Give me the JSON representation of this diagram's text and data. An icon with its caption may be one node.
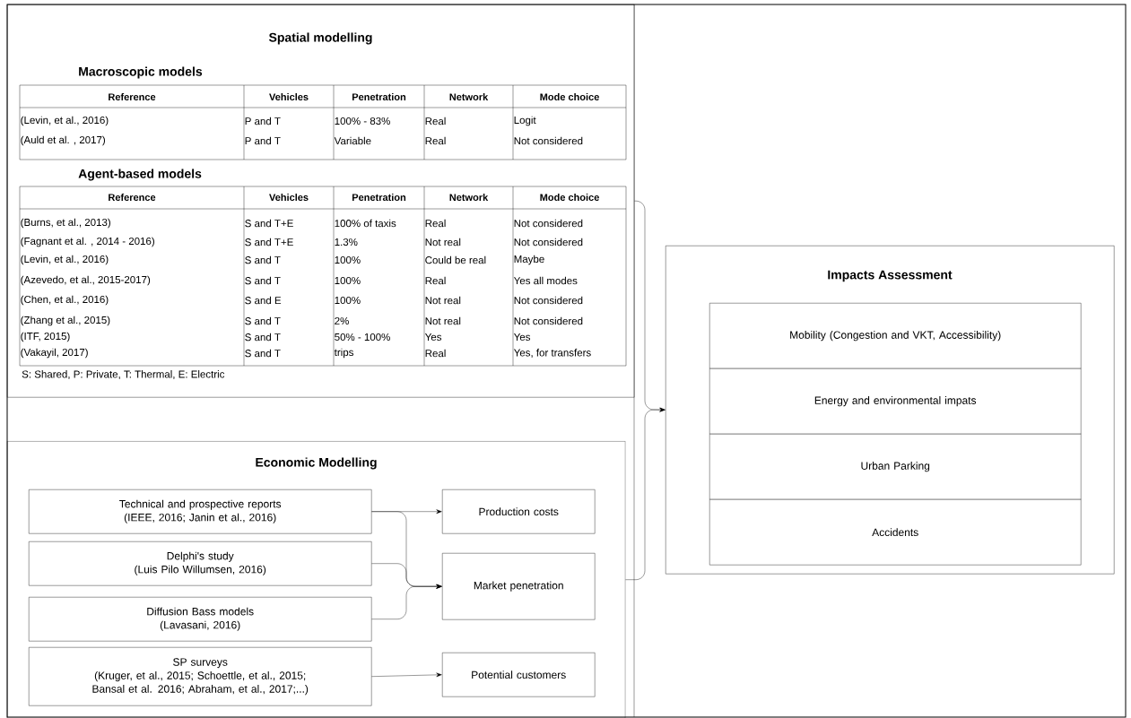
{
  "diagram": {
    "nodes": [
      {
        "text": [
          "Spatial modelling"
        ]
      },
      {
        "text": [
          "Economic Modelling"
        ]
      },
      {
        "text": [
          "Technical and prospective reports",
          "(IEEE, 2016; Janin et al., 2016)"
        ],
        "in": 1
      },
      {
        "text": [
          "Delphi's study",
          "(Luis Pilo Willumsen, 2016)"
        ],
        "in": 1
      },
      {
        "text": [
          "Diffusion Bass models",
          "(Lavasani, 2016)"
        ],
        "in": 1
      },
      {
        "text": [
          "SP surveys",
          "(Kruger, et al., 2015; Schoettle, et al., 2015; Bansal et al. 2016; Abraham, et al., 2017;...)"
        ],
        "in": 1
      },
      {
        "text": [
          "Production costs"
        ],
        "in": 1
      },
      {
        "text": [
          "Market penetration"
        ],
        "in": 1
      },
      {
        "text": [
          "Potential customers"
        ],
        "in": 1
      },
      {
        "text": [
          "Impacts Assessment"
        ]
      },
      {
        "text": [
          "Mobility (Congestion and VKT, Accessibility)"
        ],
        "in": 9
      },
      {
        "text": [
          "Energy and environmental impats"
        ],
        "in": 9
      },
      {
        "text": [
          "Urban Parking"
        ],
        "in": 9
      },
      {
        "text": [
          "Accidents"
        ],
        "in": 9
      }
    ],
    "edges": [
      {
        "from": 2,
        "to": 6,
        "arrow": "to"
      },
      {
        "from": 2,
        "to": 7,
        "arrow": "to"
      },
      {
        "from": 3,
        "to": 7,
        "arrow": "to"
      },
      {
        "from": 4,
        "to": 7,
        "arrow": "to"
      },
      {
        "from": 5,
        "to": 8,
        "arrow": "to"
      },
      {
        "from": 0,
        "to": 9,
        "arrow": "to"
      },
      {
        "from": 1,
        "to": 9,
        "arrow": "to"
      }
    ],
    "labels": [
      "Macroscopic models",
      "Reference",
      "Vehicles",
      "Penetration",
      "Network",
      "Mode choice",
      "(Levin, et al., 2016)",
      "P and T",
      "100% - 83%",
      "Real",
      "Logit",
      "(Auld et al. , 2017)",
      "P and T",
      "Variable",
      "Real",
      "Not considered",
      "Agent-based models",
      "Reference",
      "Vehicles",
      "Penetration",
      "Network",
      "Mode choice",
      "(Burns, et al., 2013)",
      "S and T+E",
      "100% of taxis",
      "Real",
      "Not considered",
      "(Fagnant et al. , 2014 - 2016)",
      "S and T+E",
      "1.3%",
      "Not real",
      "Not considered",
      "(Levin, et al., 2016)",
      "S and T",
      "100%",
      "Could be real",
      "Maybe",
      "(Azevedo, et al., 2015-2017)",
      "S and T",
      "100%",
      "Real",
      "Yes all modes",
      "(Chen, et al., 2016)",
      "S and E",
      "100%",
      "Not real",
      "Not considered",
      "(Zhang et al., 2015)",
      "S and T",
      "2%",
      "Not real",
      "Not considered",
      "(ITF, 2015)",
      "S and T",
      "50% - 100%",
      "Yes",
      "Yes",
      "(Vakayil, 2017)",
      "S and T",
      "trips",
      "Real",
      "Yes, for transfers",
      "S: Shared, P: Private, T: Thermal, E: Electric"
    ]
  }
}
